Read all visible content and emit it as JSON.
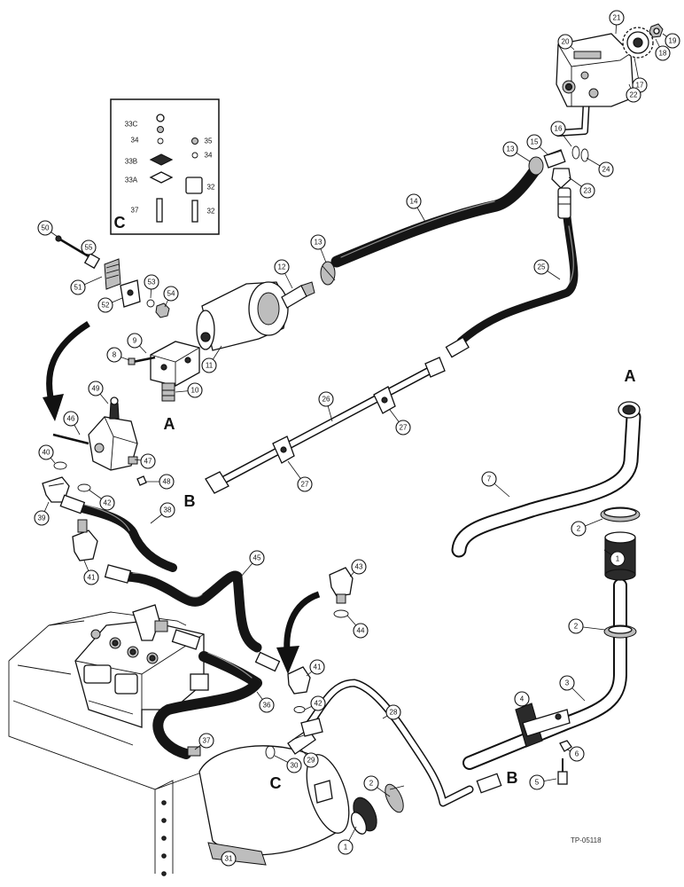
{
  "drawing_id": "TP-05118",
  "inset": {
    "letter": "C",
    "labels": {
      "p33C": "33C",
      "p34a": "34",
      "p33B": "33B",
      "p33A": "33A",
      "p37": "37",
      "p35": "35",
      "p34b": "34",
      "p32a": "32",
      "p32b": "32"
    }
  },
  "connection_letters": {
    "a_valve": "A",
    "a_pipe": "A",
    "b_tube": "B",
    "b_pipe": "B",
    "c_filter": "C"
  },
  "callouts": [
    {
      "key": "c1",
      "label": "1"
    },
    {
      "key": "c1b",
      "label": "1"
    },
    {
      "key": "c2a",
      "label": "2"
    },
    {
      "key": "c2b",
      "label": "2"
    },
    {
      "key": "c2c",
      "label": "2"
    },
    {
      "key": "c3",
      "label": "3"
    },
    {
      "key": "c4",
      "label": "4"
    },
    {
      "key": "c5",
      "label": "5"
    },
    {
      "key": "c6",
      "label": "6"
    },
    {
      "key": "c7",
      "label": "7"
    },
    {
      "key": "c8",
      "label": "8"
    },
    {
      "key": "c9",
      "label": "9"
    },
    {
      "key": "c10",
      "label": "10"
    },
    {
      "key": "c11",
      "label": "11"
    },
    {
      "key": "c12",
      "label": "12"
    },
    {
      "key": "c13a",
      "label": "13"
    },
    {
      "key": "c13b",
      "label": "13"
    },
    {
      "key": "c14",
      "label": "14"
    },
    {
      "key": "c15",
      "label": "15"
    },
    {
      "key": "c16",
      "label": "16"
    },
    {
      "key": "c17",
      "label": "17"
    },
    {
      "key": "c18",
      "label": "18"
    },
    {
      "key": "c19",
      "label": "19"
    },
    {
      "key": "c20",
      "label": "20"
    },
    {
      "key": "c21",
      "label": "21"
    },
    {
      "key": "c22",
      "label": "22"
    },
    {
      "key": "c23",
      "label": "23"
    },
    {
      "key": "c24",
      "label": "24"
    },
    {
      "key": "c25",
      "label": "25"
    },
    {
      "key": "c26",
      "label": "26"
    },
    {
      "key": "c27a",
      "label": "27"
    },
    {
      "key": "c27b",
      "label": "27"
    },
    {
      "key": "c28",
      "label": "28"
    },
    {
      "key": "c29",
      "label": "29"
    },
    {
      "key": "c30",
      "label": "30"
    },
    {
      "key": "c31",
      "label": "31"
    },
    {
      "key": "c36",
      "label": "36"
    },
    {
      "key": "c37",
      "label": "37"
    },
    {
      "key": "c38",
      "label": "38"
    },
    {
      "key": "c39",
      "label": "39"
    },
    {
      "key": "c40",
      "label": "40"
    },
    {
      "key": "c41a",
      "label": "41"
    },
    {
      "key": "c41b",
      "label": "41"
    },
    {
      "key": "c42a",
      "label": "42"
    },
    {
      "key": "c42b",
      "label": "42"
    },
    {
      "key": "c43",
      "label": "43"
    },
    {
      "key": "c44",
      "label": "44"
    },
    {
      "key": "c45",
      "label": "45"
    },
    {
      "key": "c46",
      "label": "46"
    },
    {
      "key": "c47",
      "label": "47"
    },
    {
      "key": "c48",
      "label": "48"
    },
    {
      "key": "c49",
      "label": "49"
    },
    {
      "key": "c50",
      "label": "50"
    },
    {
      "key": "c51",
      "label": "51"
    },
    {
      "key": "c52",
      "label": "52"
    },
    {
      "key": "c53",
      "label": "53"
    },
    {
      "key": "c54",
      "label": "54"
    },
    {
      "key": "c55",
      "label": "55"
    }
  ]
}
